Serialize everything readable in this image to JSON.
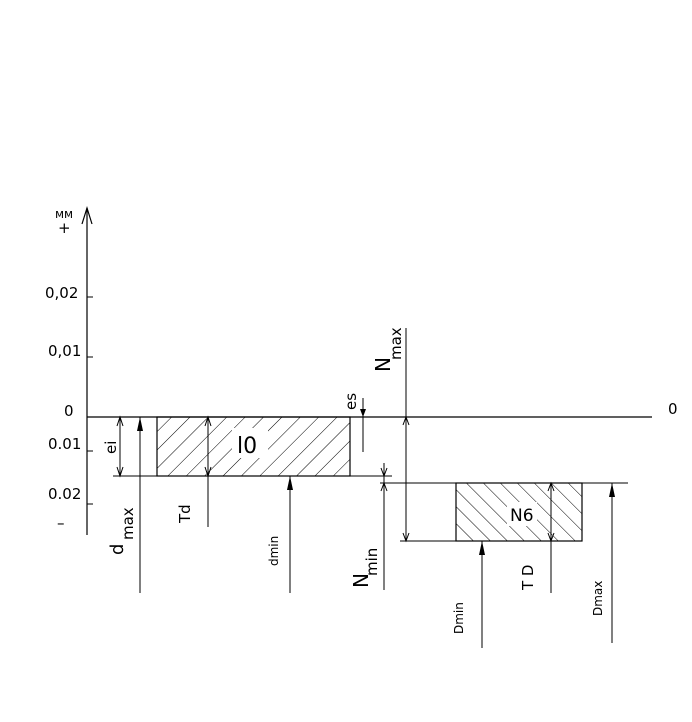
{
  "axis": {
    "unit": "мм",
    "plus": "+",
    "minus": "–",
    "ticks": [
      "0,02",
      "0,01",
      "0",
      "0.01",
      "0.02"
    ],
    "zero_right": "0"
  },
  "shaft_zone": {
    "label": "l0"
  },
  "hole_zone": {
    "label": "N6"
  },
  "dims": {
    "es": "es",
    "ei": "ei",
    "Td": "Td",
    "TD": "T D",
    "dmax": "d",
    "dmax_sub": "max",
    "dmin": "dmin",
    "Nmax": "N",
    "Nmax_sub": "max",
    "Nmin": "N",
    "Nmin_sub": "min",
    "Dmin": "Dmin",
    "Dmax": "Dmax"
  }
}
